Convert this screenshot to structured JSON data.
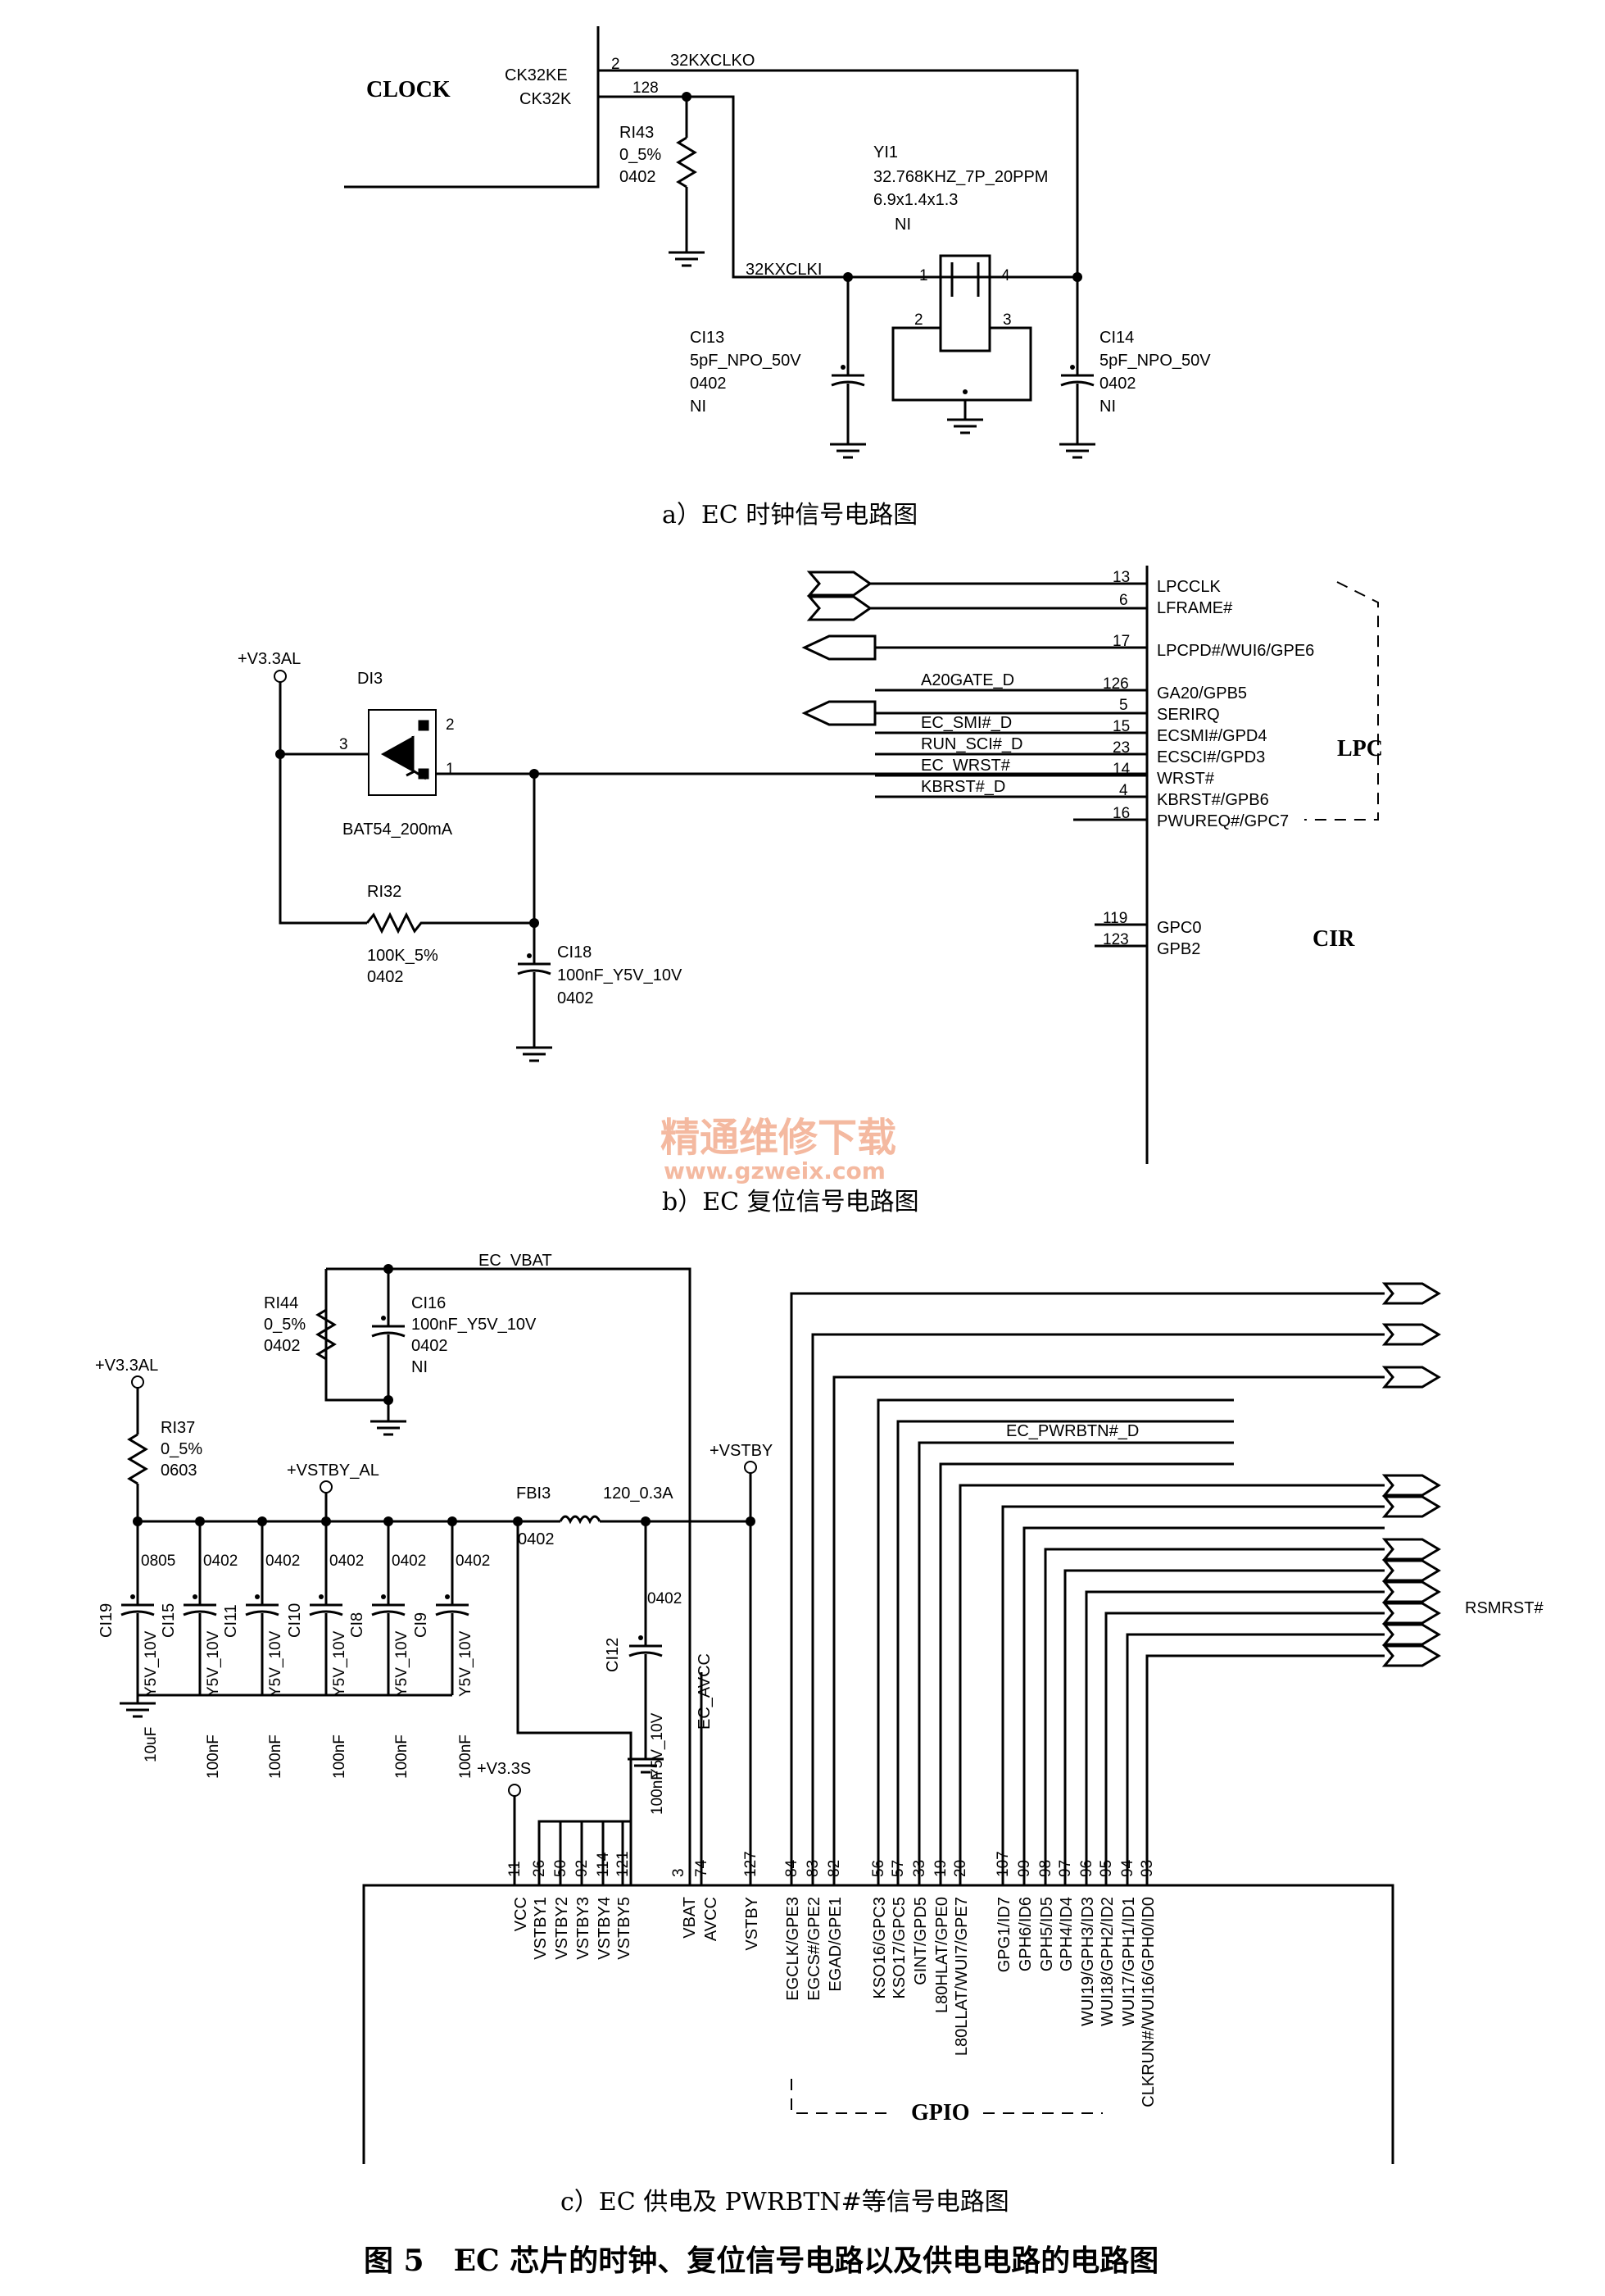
{
  "section_a": {
    "clock_label": "CLOCK",
    "pin_ck32ke": "CK32KE",
    "pin_ck32k": "CK32K",
    "pin_num_2": "2",
    "pin_num_128": "128",
    "net_clko": "32KXCLKO",
    "net_clki": "32KXCLKI",
    "ri43": [
      "RI43",
      "0_5%",
      "0402"
    ],
    "yi1": [
      "YI1",
      "32.768KHZ_7P_20PPM",
      "6.9x1.4x1.3",
      "NI"
    ],
    "crystal_pins": [
      "1",
      "4",
      "2",
      "3"
    ],
    "ci13": [
      "CI13",
      "5pF_NPO_50V",
      "0402",
      "NI"
    ],
    "ci14": [
      "CI14",
      "5pF_NPO_50V",
      "0402",
      "NI"
    ],
    "caption": "a）EC 时钟信号电路图"
  },
  "section_b": {
    "vcc_label": "+V3.3AL",
    "di3": "DI3",
    "di3_pins": [
      "3",
      "2",
      "1"
    ],
    "di3_part": "BAT54_200mA",
    "ri32": [
      "RI32",
      "100K_5%",
      "0402"
    ],
    "ci18": [
      "CI18",
      "100nF_Y5V_10V",
      "0402"
    ],
    "nets": [
      "A20GATE_D",
      "EC_SMI#_D",
      "RUN_SCI#_D",
      "EC_WRST#",
      "KBRST#_D"
    ],
    "lpc_pins": [
      {
        "num": "13",
        "name": "LPCCLK"
      },
      {
        "num": "6",
        "name": "LFRAME#"
      },
      {
        "num": "17",
        "name": "LPCPD#/WUI6/GPE6"
      },
      {
        "num": "126",
        "name": "GA20/GPB5"
      },
      {
        "num": "5",
        "name": "SERIRQ"
      },
      {
        "num": "15",
        "name": "ECSMI#/GPD4"
      },
      {
        "num": "23",
        "name": "ECSCI#/GPD3"
      },
      {
        "num": "14",
        "name": "WRST#"
      },
      {
        "num": "4",
        "name": "KBRST#/GPB6"
      },
      {
        "num": "16",
        "name": "PWUREQ#/GPC7"
      }
    ],
    "lpc_label": "LPC",
    "cir_pins": [
      {
        "num": "119",
        "name": "GPC0"
      },
      {
        "num": "123",
        "name": "GPB2"
      }
    ],
    "cir_label": "CIR",
    "watermark_cn": "精通维修下载",
    "watermark_url": "www.gzweix.com",
    "caption": "b）EC 复位信号电路图"
  },
  "section_c": {
    "ec_vbat": "EC_VBAT",
    "ri44": [
      "RI44",
      "0_5%",
      "0402"
    ],
    "ci16": [
      "CI16",
      "100nF_Y5V_10V",
      "0402",
      "NI"
    ],
    "vcc_label": "+V3.3AL",
    "ri37": [
      "RI37",
      "0_5%",
      "0603"
    ],
    "vstby_al": "+VSTBY_AL",
    "vstby": "+VSTBY",
    "fbi3": "FBI3",
    "fbi3_pkg": "0402",
    "fbi3_rating": "120_0.3A",
    "cap_bank": [
      {
        "pkg": "0805",
        "ref": "CI19",
        "rating": "Y5V_10V",
        "value": "10uF"
      },
      {
        "pkg": "0402",
        "ref": "CI15",
        "rating": "Y5V_10V",
        "value": "100nF"
      },
      {
        "pkg": "0402",
        "ref": "CI11",
        "rating": "Y5V_10V",
        "value": "100nF"
      },
      {
        "pkg": "0402",
        "ref": "CI10",
        "rating": "Y5V_10V",
        "value": "100nF"
      },
      {
        "pkg": "0402",
        "ref": "CI8",
        "rating": "Y5V_10V",
        "value": "100nF"
      },
      {
        "pkg": "0402",
        "ref": "CI9",
        "rating": "Y5V_10V",
        "value": "100nF"
      }
    ],
    "ci12": [
      "CI12",
      "0402",
      "Y5V_10V",
      "100nF"
    ],
    "ec_avcc": "EC_AVCC",
    "v33s": "+V3.3S",
    "pwrbtn_net": "EC_PWRBTN#_D",
    "rsmrst": "RSMRST#",
    "chip_pins": [
      {
        "num": "11",
        "name": "VCC"
      },
      {
        "num": "26",
        "name": "VSTBY1"
      },
      {
        "num": "50",
        "name": "VSTBY2"
      },
      {
        "num": "92",
        "name": "VSTBY3"
      },
      {
        "num": "114",
        "name": "VSTBY4"
      },
      {
        "num": "121",
        "name": "VSTBY5"
      },
      {
        "num": "3",
        "name": "VBAT"
      },
      {
        "num": "74",
        "name": "AVCC"
      },
      {
        "num": "127",
        "name": "VSTBY"
      },
      {
        "num": "84",
        "name": "EGCLK/GPE3"
      },
      {
        "num": "83",
        "name": "EGCS#/GPE2"
      },
      {
        "num": "82",
        "name": "EGAD/GPE1"
      },
      {
        "num": "56",
        "name": "KSO16/GPC3"
      },
      {
        "num": "57",
        "name": "KSO17/GPC5"
      },
      {
        "num": "33",
        "name": "GINT/GPD5"
      },
      {
        "num": "19",
        "name": "L80HLAT/GPE0"
      },
      {
        "num": "20",
        "name": "L80LLAT/WUI7/GPE7"
      },
      {
        "num": "107",
        "name": "GPG1/ID7"
      },
      {
        "num": "99",
        "name": "GPH6/ID6"
      },
      {
        "num": "98",
        "name": "GPH5/ID5"
      },
      {
        "num": "97",
        "name": "GPH4/ID4"
      },
      {
        "num": "96",
        "name": "WUI19/GPH3/ID3"
      },
      {
        "num": "95",
        "name": "WUI18/GPH2/ID2"
      },
      {
        "num": "94",
        "name": "WUI17/GPH1/ID1"
      },
      {
        "num": "93",
        "name": "CLKRUN#/WUI16/GPH0/ID0"
      }
    ],
    "gpio_label": "GPIO",
    "caption": "c）EC 供电及 PWRBTN#等信号电路图"
  },
  "figure_title": "图 5　EC 芯片的时钟、复位信号电路以及供电电路的电路图"
}
